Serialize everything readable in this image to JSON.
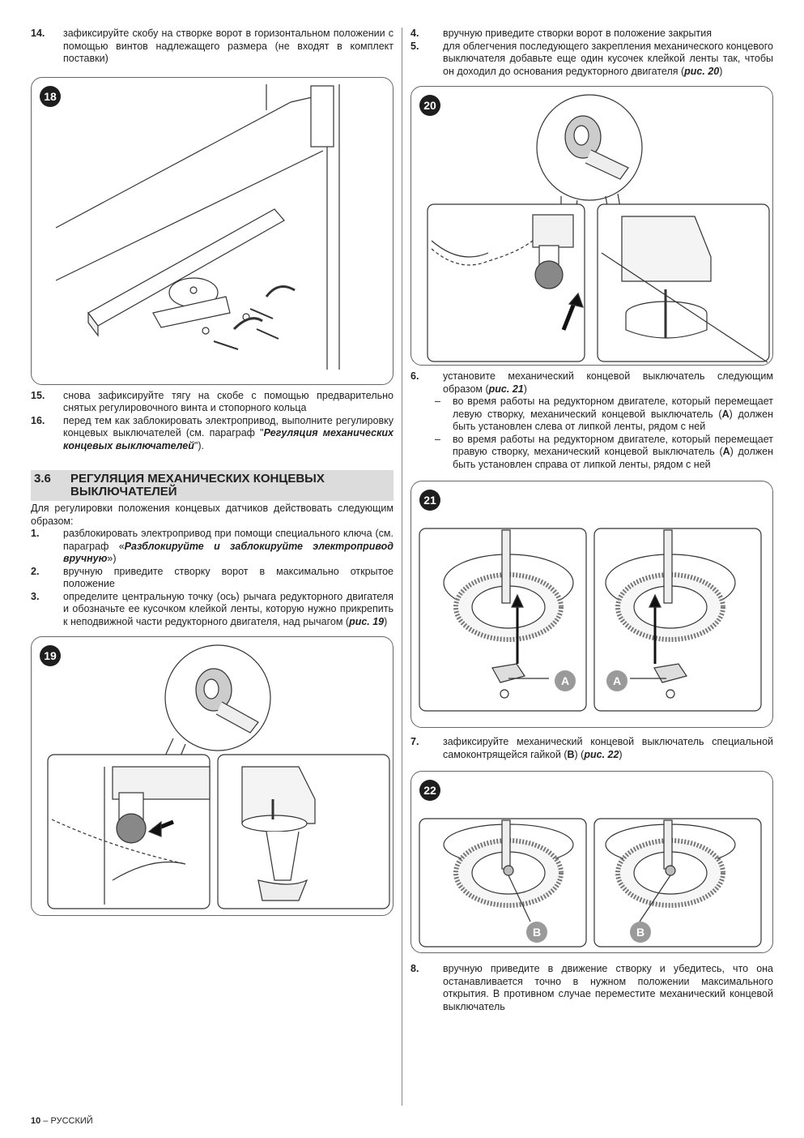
{
  "steps_left_top": [
    {
      "num": "14.",
      "text": "зафиксируйте скобу на створке ворот в горизонтальном положении с помощью винтов надлежащего размера (не входят в комплект поставки)"
    }
  ],
  "fig18": {
    "badge": "18"
  },
  "steps_left_mid": [
    {
      "num": "15.",
      "text": "снова зафиксируйте тягу на скобе с помощью предварительно снятых регулировочного винта и стопорного кольца"
    },
    {
      "num": "16.",
      "text_pre": "перед тем как заблокировать электропривод, выполните регулировку концевых выключателей (см. параграф \"",
      "text_ref": "Регуляция механических концевых выключателей",
      "text_post": "\")."
    }
  ],
  "section": {
    "number": "3.6",
    "title": "РЕГУЛЯЦИЯ МЕХАНИЧЕСКИХ КОНЦЕВЫХ ВЫКЛЮЧАТЕЛЕЙ"
  },
  "section_intro": "Для регулировки положения концевых датчиков действовать следующим образом:",
  "steps_section": [
    {
      "num": "1.",
      "text_pre": "разблокировать электропривод при помощи специального ключа (см. параграф «",
      "text_ref": "Разблокируйте и заблокируйте электропривод вручную",
      "text_post": "»)"
    },
    {
      "num": "2.",
      "text": "вручную приведите створку ворот в максимально открытое положение"
    },
    {
      "num": "3.",
      "text_pre": "определите центральную точку (ось) рычага редукторного двигателя и обозначьте ее кусочком клейкой ленты, которую нужно прикрепить к неподвижной части редукторного двигателя, над рычагом (",
      "text_ref": "рис. 19",
      "text_post": ")"
    }
  ],
  "fig19": {
    "badge": "19"
  },
  "steps_right_top": [
    {
      "num": "4.",
      "text": "вручную приведите створки ворот в положение закрытия"
    },
    {
      "num": "5.",
      "text_pre": "для облегчения последующего закрепления механического концевого выключателя добавьте еще один кусочек клейкой ленты так, чтобы он доходил до основания редукторного двигателя (",
      "text_ref": "рис. 20",
      "text_post": ")"
    }
  ],
  "fig20": {
    "badge": "20"
  },
  "step6": {
    "num": "6.",
    "text_pre": "установите механический концевой выключатель следующим образом (",
    "text_ref": "рис. 21",
    "text_post": ")"
  },
  "step6_bullets": [
    {
      "mark": "–",
      "pre": "во время работы на редукторном двигателе, который перемещает левую створку, механический концевой выключатель (",
      "bold": "A",
      "post": ") должен быть установлен слева от липкой ленты, рядом с ней"
    },
    {
      "mark": "–",
      "pre": "во время работы на редукторном двигателе, который перемещает правую створку, механический концевой выключатель (",
      "bold": "A",
      "post": ") должен быть установлен справа от липкой ленты, рядом с ней"
    }
  ],
  "fig21": {
    "badge": "21",
    "label_left": "A",
    "label_right": "A"
  },
  "step7": {
    "num": "7.",
    "text_pre": "зафиксируйте механический концевой выключатель специальной самоконтрящейся гайкой (",
    "bold": "B",
    "text_mid": ") (",
    "text_ref": "рис. 22",
    "text_post": ")"
  },
  "fig22": {
    "badge": "22",
    "label_left": "B",
    "label_right": "B"
  },
  "step8": {
    "num": "8.",
    "text": "вручную приведите в движение створку и убедитесь, что она останавливается точно в нужном положении максимального открытия. В противном случае переместите механический концевой выключатель"
  },
  "footer": {
    "page": "10",
    "lang": " – РУССКИЙ"
  }
}
